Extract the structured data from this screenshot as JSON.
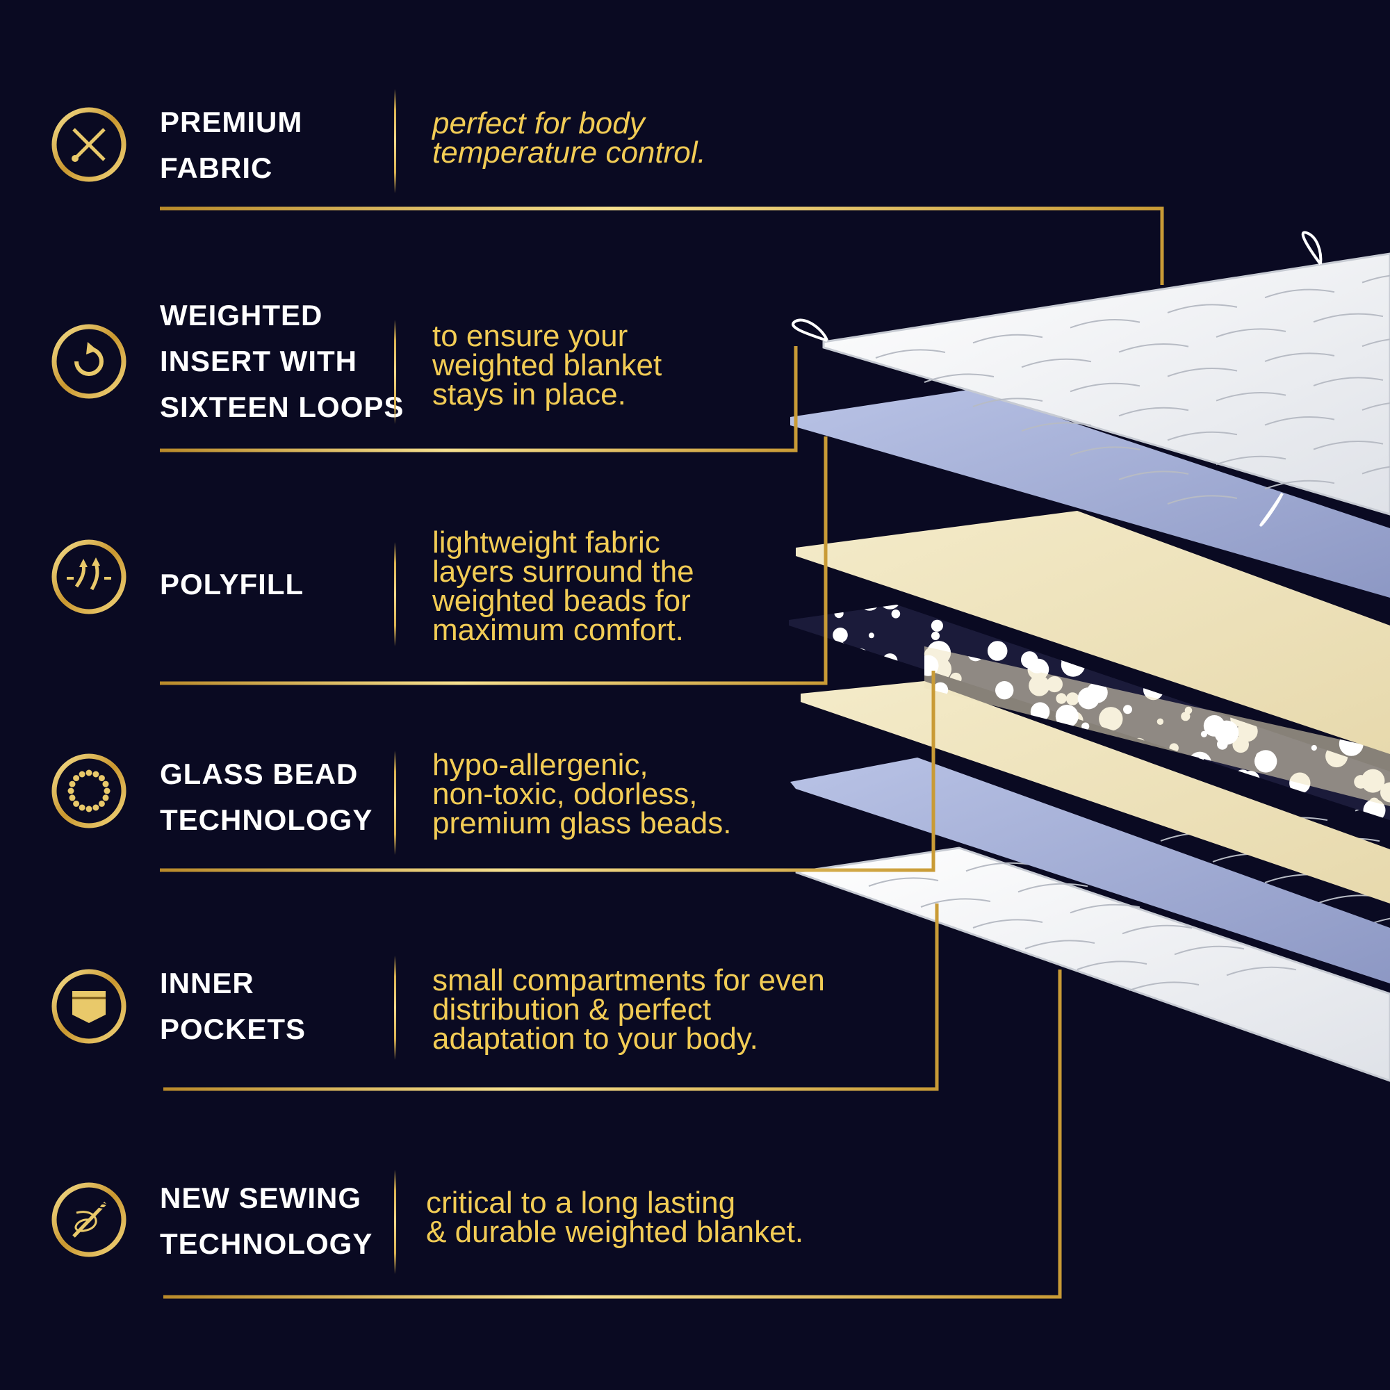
{
  "colors": {
    "background": "#0a0a22",
    "title_text": "#ffffff",
    "description_text": "#f2cc55",
    "gold_line": "#d9b250",
    "quilt_white": "#f2f3f5",
    "blue_layer": "#a6b0d8",
    "polyfill_layer": "#efe4bf"
  },
  "features": [
    {
      "icon": "needle-brush-icon",
      "title_lines": [
        "PREMIUM",
        "FABRIC"
      ],
      "description_lines": [
        "perfect for body",
        "temperature control."
      ],
      "italic": true
    },
    {
      "icon": "rotate-arrow-icon",
      "title_lines": [
        "WEIGHTED",
        "INSERT WITH",
        "SIXTEEN LOOPS"
      ],
      "description_lines": [
        "to ensure your",
        "weighted blanket",
        "stays in place."
      ],
      "italic": false
    },
    {
      "icon": "airflow-arrows-icon",
      "title_lines": [
        "POLYFILL"
      ],
      "description_lines": [
        "lightweight fabric",
        "layers surround the",
        "weighted beads for",
        "maximum comfort."
      ],
      "italic": false
    },
    {
      "icon": "bead-ring-icon",
      "title_lines": [
        "GLASS BEAD",
        "TECHNOLOGY"
      ],
      "description_lines": [
        "hypo-allergenic,",
        "non-toxic, odorless,",
        "premium glass beads."
      ],
      "italic": false
    },
    {
      "icon": "pocket-icon",
      "title_lines": [
        "INNER",
        "POCKETS"
      ],
      "description_lines": [
        "small compartments for even",
        "distribution & perfect",
        "adaptation to your body."
      ],
      "italic": false
    },
    {
      "icon": "needle-thread-icon",
      "title_lines": [
        "NEW SEWING",
        "TECHNOLOGY"
      ],
      "description_lines": [
        "critical to a long lasting",
        "& durable weighted blanket."
      ],
      "italic": false
    }
  ]
}
